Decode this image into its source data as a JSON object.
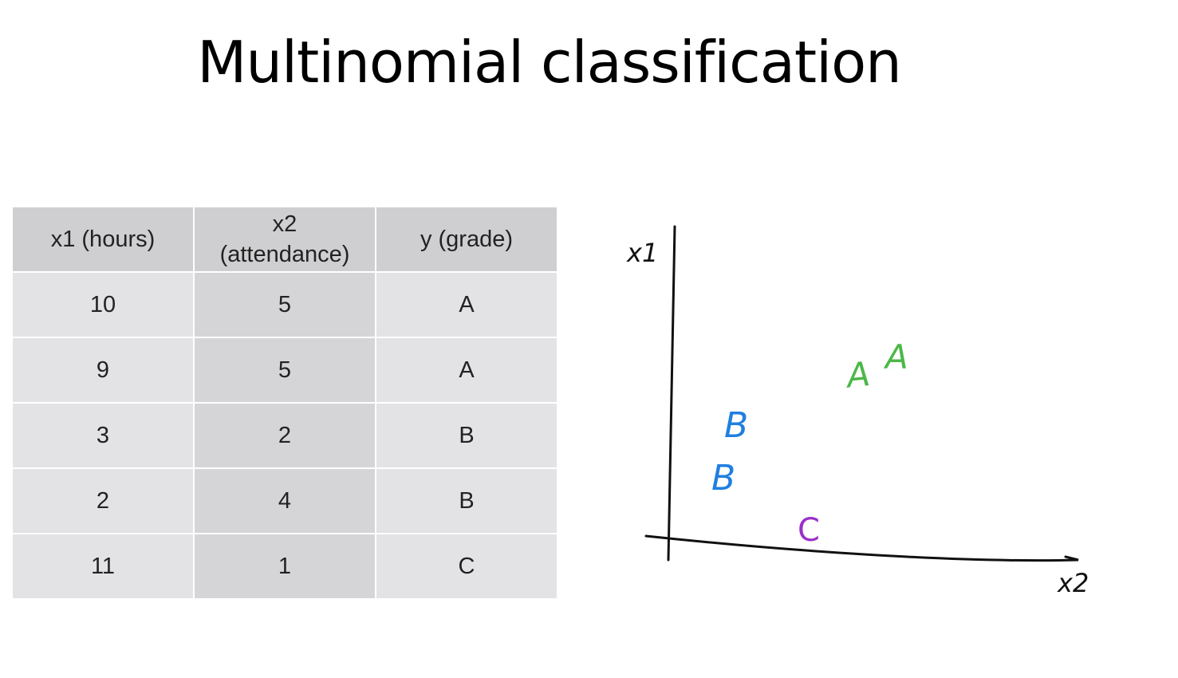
{
  "title": "Multinomial classification",
  "table": {
    "headers": [
      "x1 (hours)",
      "x2\n(attendance)",
      "y (grade)"
    ],
    "rows": [
      [
        "10",
        "5",
        "A"
      ],
      [
        "9",
        "5",
        "A"
      ],
      [
        "3",
        "2",
        "B"
      ],
      [
        "2",
        "4",
        "B"
      ],
      [
        "11",
        "1",
        "C"
      ]
    ]
  },
  "sketch": {
    "y_axis_label": "x1",
    "x_axis_label": "x2",
    "points": [
      {
        "label": "A",
        "color": "#4cb848"
      },
      {
        "label": "A",
        "color": "#4cb848"
      },
      {
        "label": "B",
        "color": "#1f7fe0"
      },
      {
        "label": "B",
        "color": "#1f7fe0"
      },
      {
        "label": "C",
        "color": "#9b2fc9"
      }
    ]
  }
}
